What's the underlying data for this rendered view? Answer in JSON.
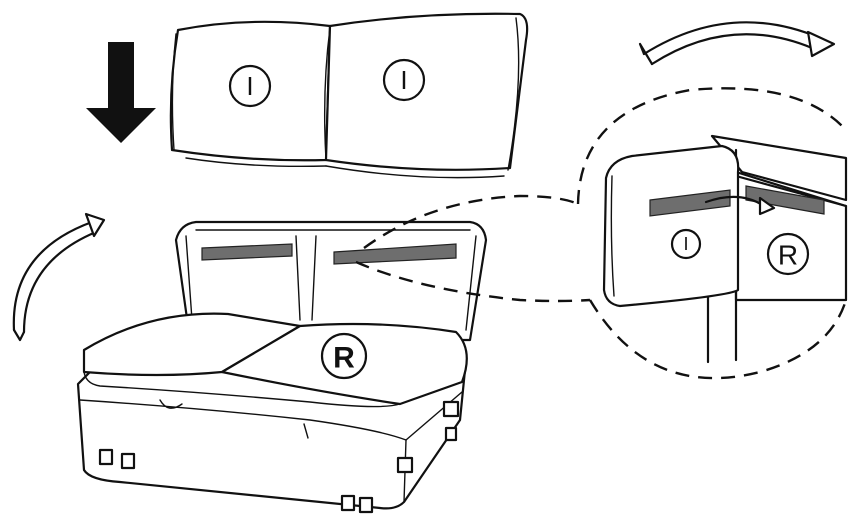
{
  "labels": {
    "cushion_left": "I",
    "cushion_right": "I",
    "seat_right": "R",
    "detail_left": "I",
    "detail_right": "R"
  },
  "icons": {
    "down_arrow": "down-arrow-icon",
    "rotate_arrow_top": "curved-arrow-icon",
    "rotate_arrow_left": "curved-arrow-icon",
    "attach_arrow": "curved-arrow-icon"
  },
  "colors": {
    "strap": "#6e6e6e",
    "line": "#111111",
    "background": "#ffffff"
  }
}
